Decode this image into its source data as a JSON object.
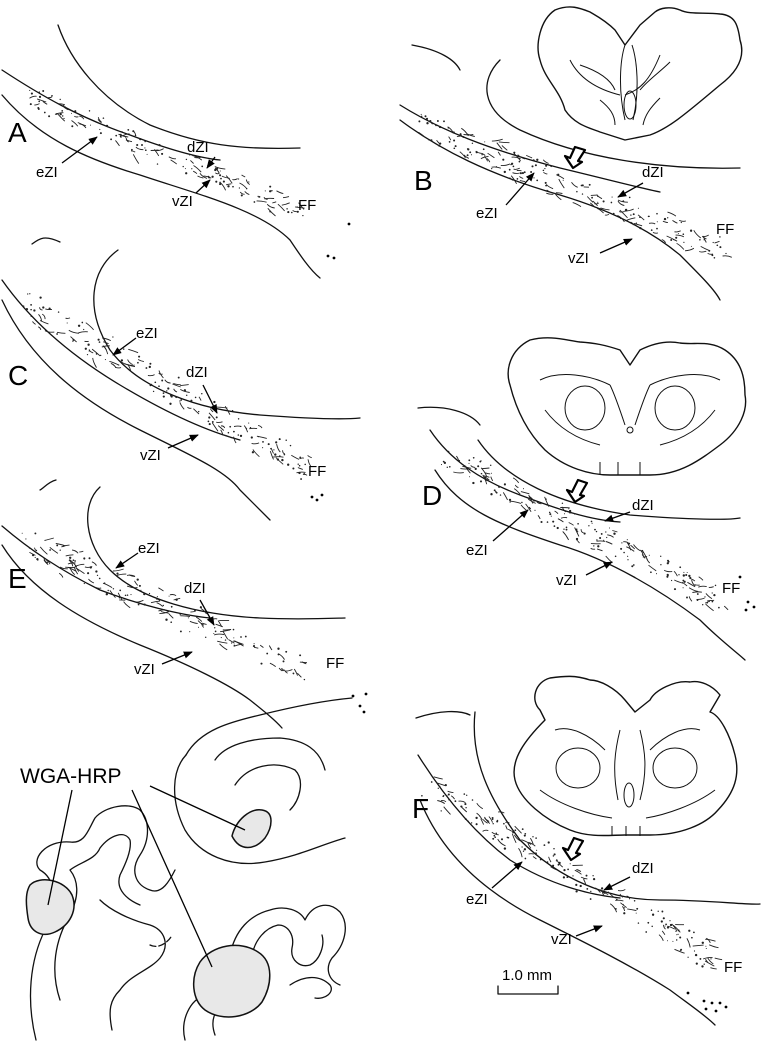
{
  "panels": {
    "A": {
      "letter": "A",
      "ezi": "eZI",
      "dzi": "dZI",
      "vzi": "vZI",
      "ff": "FF"
    },
    "B": {
      "letter": "B",
      "ezi": "eZI",
      "dzi": "dZI",
      "vzi": "vZI",
      "ff": "FF"
    },
    "C": {
      "letter": "C",
      "ezi": "eZI",
      "dzi": "dZI",
      "vzi": "vZI",
      "ff": "FF"
    },
    "D": {
      "letter": "D",
      "ezi": "eZI",
      "dzi": "dZI",
      "vzi": "vZI",
      "ff": "FF"
    },
    "E": {
      "letter": "E",
      "ezi": "eZI",
      "dzi": "dZI",
      "vzi": "vZI",
      "ff": "FF"
    },
    "F": {
      "letter": "F",
      "ezi": "eZI",
      "dzi": "dZI",
      "vzi": "vZI",
      "ff": "FF"
    }
  },
  "injection_label": "WGA-HRP",
  "scale_bar_label": "1.0 mm",
  "colors": {
    "ink": "#000000",
    "background": "#ffffff",
    "injection_fill": "#e8e8e8"
  }
}
